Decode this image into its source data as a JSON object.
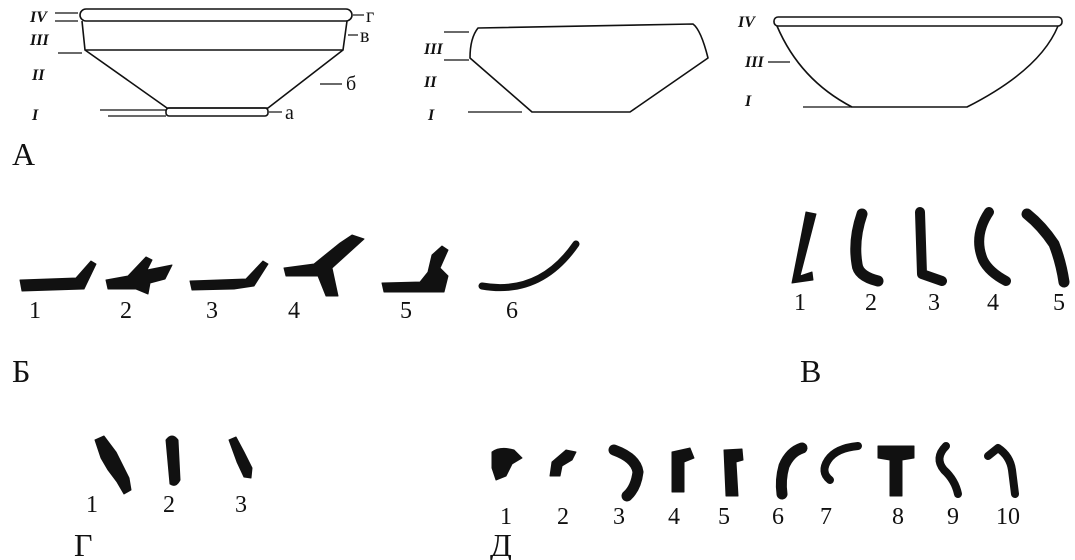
{
  "panel_a": {
    "letter": "А",
    "vessel1": {
      "zones": [
        "IV",
        "III",
        "II",
        "I"
      ],
      "parts": [
        "г",
        "в",
        "б",
        "а"
      ]
    },
    "vessel2": {
      "zones": [
        "III",
        "II",
        "I"
      ]
    },
    "vessel3": {
      "zones": [
        "IV",
        "III",
        "I"
      ]
    }
  },
  "panel_b": {
    "letter": "Б",
    "numbers": [
      "1",
      "2",
      "3",
      "4",
      "5",
      "6"
    ]
  },
  "panel_v": {
    "letter": "В",
    "numbers": [
      "1",
      "2",
      "3",
      "4",
      "5"
    ]
  },
  "panel_g": {
    "letter": "Г",
    "numbers": [
      "1",
      "2",
      "3"
    ]
  },
  "panel_d": {
    "letter": "Д",
    "numbers": [
      "1",
      "2",
      "3",
      "4",
      "5",
      "6",
      "7",
      "8",
      "9",
      "10"
    ]
  }
}
